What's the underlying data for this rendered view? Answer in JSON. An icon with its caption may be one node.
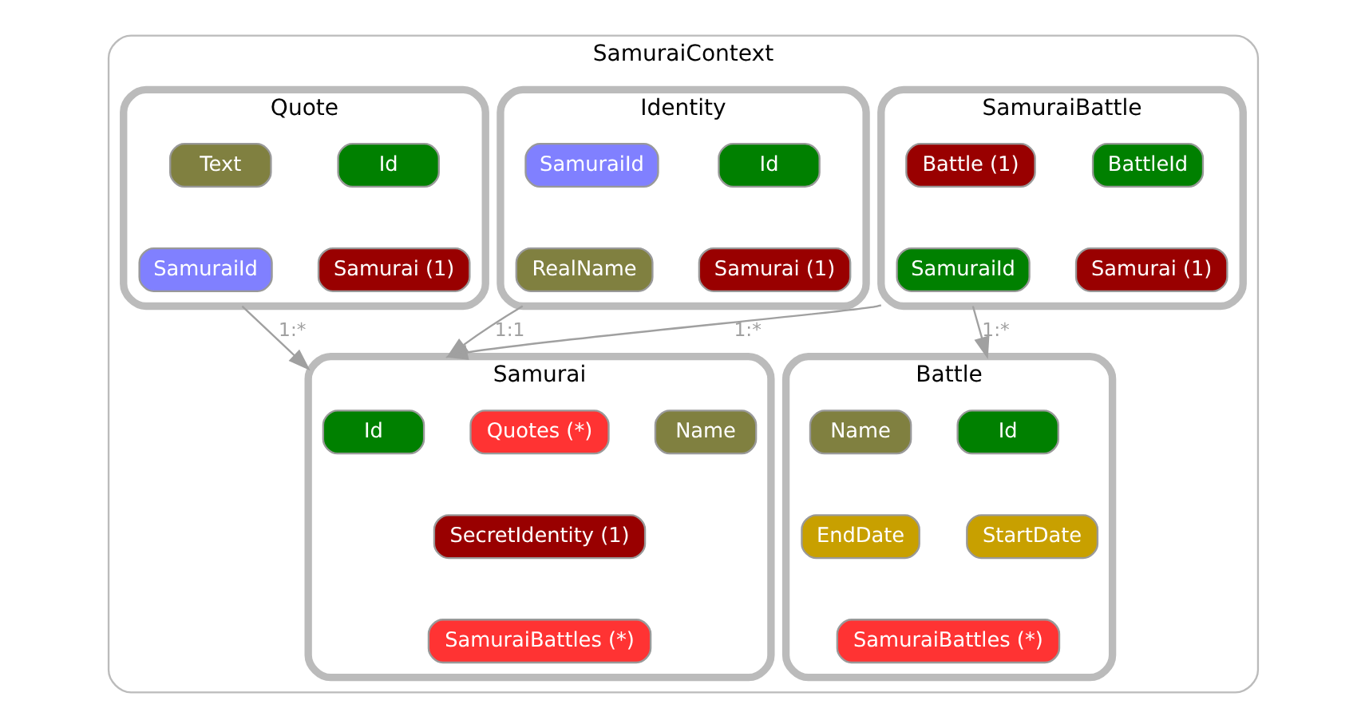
{
  "diagram": {
    "nodes": [
      {
        "text": [
          "SamuraiContext"
        ]
      },
      {
        "text": [
          "SamuraiBattle"
        ],
        "in": 0
      },
      {
        "text": [
          "BattleId"
        ],
        "in": 1
      },
      {
        "text": [
          "Battle (1)"
        ],
        "in": 1
      },
      {
        "text": [
          "SamuraiId"
        ],
        "in": 1
      },
      {
        "text": [
          "Samurai (1)"
        ],
        "in": 1
      },
      {
        "text": [
          "Identity"
        ],
        "in": 0
      },
      {
        "text": [
          "Id"
        ],
        "in": 6
      },
      {
        "text": [
          "SamuraiId"
        ],
        "in": 6
      },
      {
        "text": [
          "RealName"
        ],
        "in": 6
      },
      {
        "text": [
          "Samurai (1)"
        ],
        "in": 6
      },
      {
        "text": [
          "Quote"
        ],
        "in": 0
      },
      {
        "text": [
          "Id"
        ],
        "in": 11
      },
      {
        "text": [
          "Text"
        ],
        "in": 11
      },
      {
        "text": [
          "SamuraiId"
        ],
        "in": 11
      },
      {
        "text": [
          "Samurai (1)"
        ],
        "in": 11
      },
      {
        "text": [
          "Battle"
        ],
        "in": 0
      },
      {
        "text": [
          "Id"
        ],
        "in": 16
      },
      {
        "text": [
          "Name"
        ],
        "in": 16
      },
      {
        "text": [
          "EndDate"
        ],
        "in": 16
      },
      {
        "text": [
          "StartDate"
        ],
        "in": 16
      },
      {
        "text": [
          "SamuraiBattles (*)"
        ],
        "in": 16
      },
      {
        "text": [
          "Samurai"
        ],
        "in": 0
      },
      {
        "text": [
          "Id"
        ],
        "in": 22
      },
      {
        "text": [
          "Name"
        ],
        "in": 22
      },
      {
        "text": [
          "Quotes (*)"
        ],
        "in": 22
      },
      {
        "text": [
          "SecretIdentity (1)"
        ],
        "in": 22
      },
      {
        "text": [
          "SamuraiBattles (*)"
        ],
        "in": 22
      }
    ],
    "edges": [
      {
        "from": 1,
        "to": 16,
        "arrow": "to",
        "label": "1:*"
      },
      {
        "from": 1,
        "to": 22,
        "arrow": "to",
        "label": "1:*"
      },
      {
        "from": 6,
        "to": 22,
        "arrow": "to",
        "label": "1:1"
      },
      {
        "from": 11,
        "to": 22,
        "arrow": "to",
        "label": "1:*"
      }
    ]
  }
}
